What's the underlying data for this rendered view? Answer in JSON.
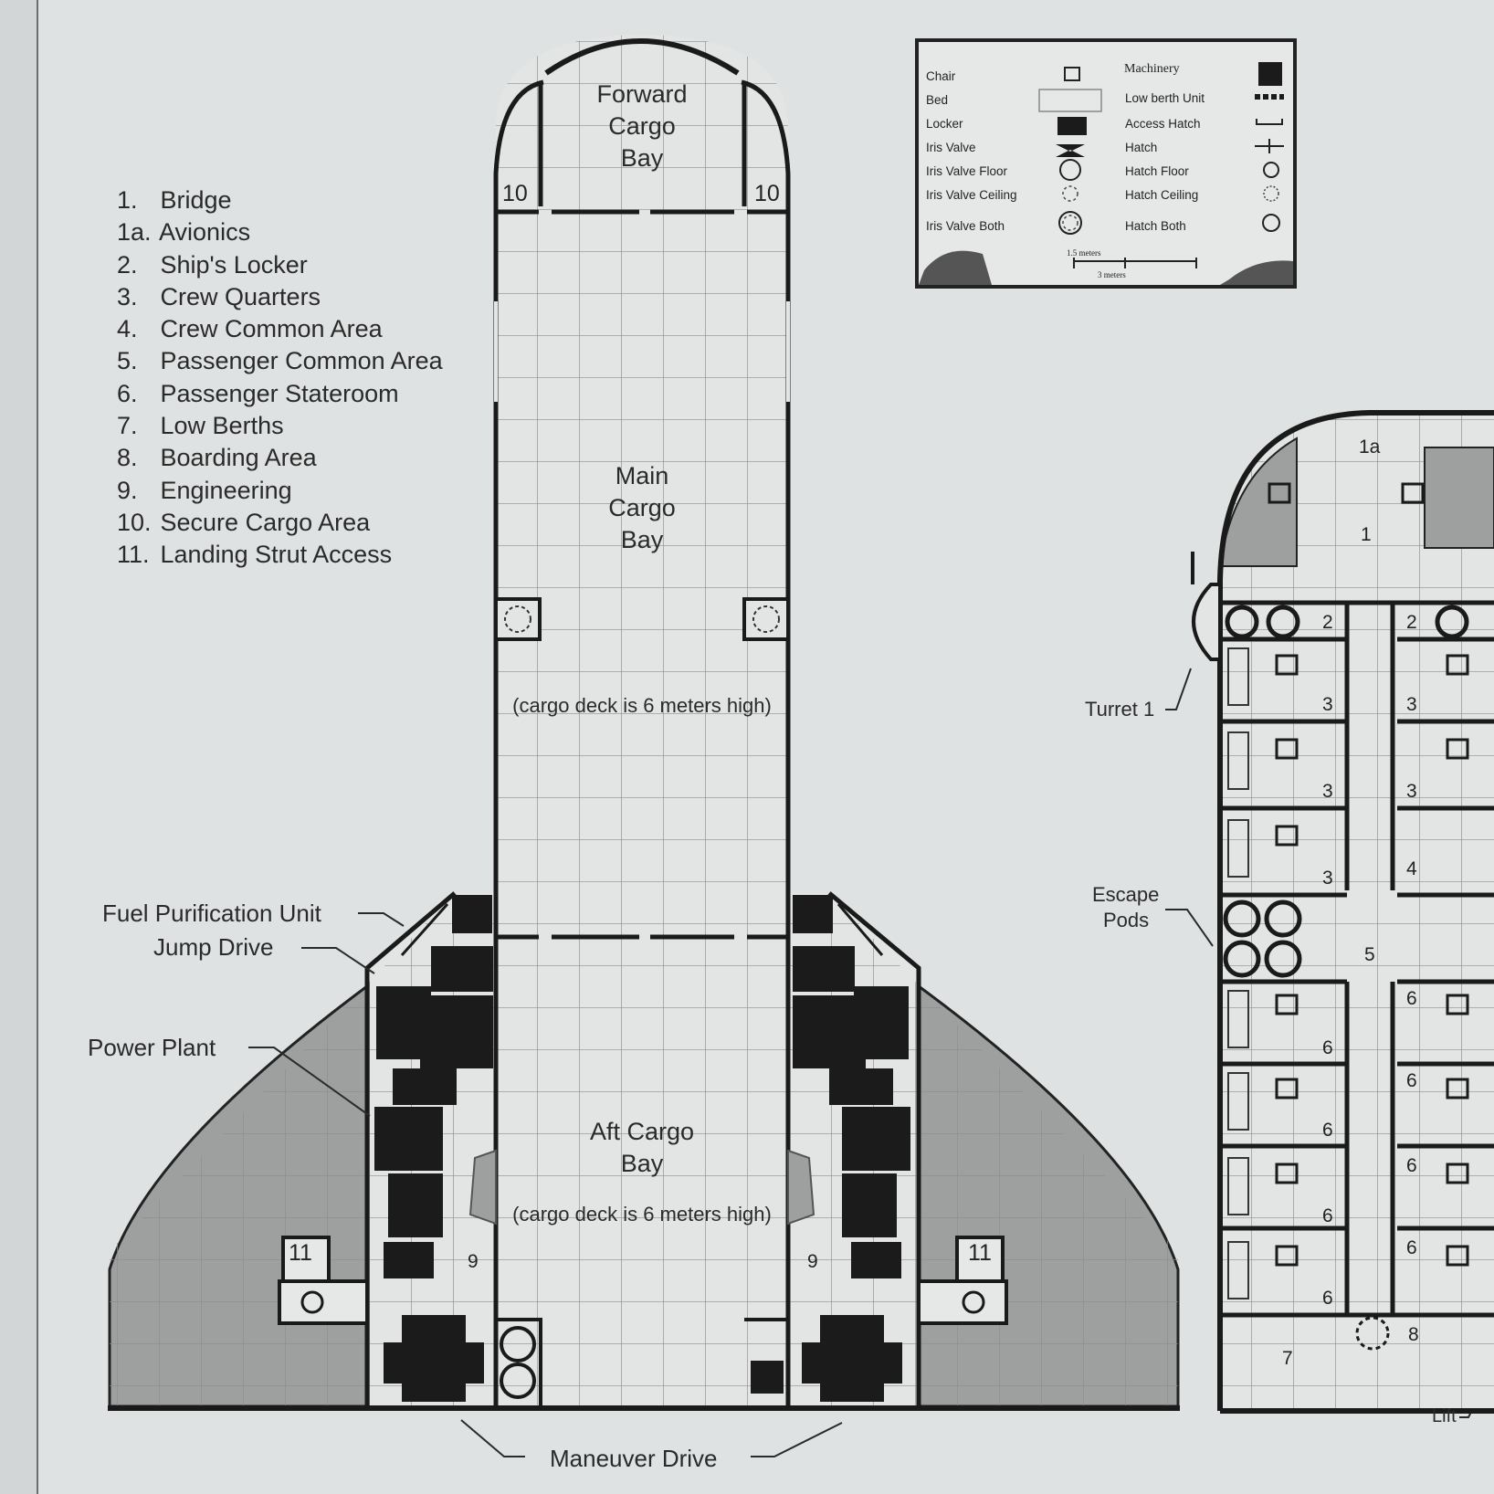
{
  "key": {
    "items": [
      {
        "num": "1.",
        "label": "Bridge"
      },
      {
        "num": "1a.",
        "label": "Avionics"
      },
      {
        "num": "2.",
        "label": "Ship's Locker"
      },
      {
        "num": "3.",
        "label": "Crew Quarters"
      },
      {
        "num": "4.",
        "label": "Crew Common Area"
      },
      {
        "num": "5.",
        "label": "Passenger Common Area"
      },
      {
        "num": "6.",
        "label": "Passenger Stateroom"
      },
      {
        "num": "7.",
        "label": "Low Berths"
      },
      {
        "num": "8.",
        "label": "Boarding Area"
      },
      {
        "num": "9.",
        "label": "Engineering"
      },
      {
        "num": "10.",
        "label": "Secure Cargo Area"
      },
      {
        "num": "11.",
        "label": "Landing Strut Access"
      }
    ]
  },
  "legend": {
    "left": [
      "Chair",
      "Bed",
      "Locker",
      "Iris Valve",
      "Iris Valve Floor",
      "Iris Valve Ceiling",
      "Iris Valve Both"
    ],
    "right_title": "Machinery",
    "right": [
      "Low berth Unit",
      "Access Hatch",
      "Hatch",
      "Hatch Floor",
      "Hatch Ceiling",
      "Hatch Both"
    ],
    "scale_small": "1.5 meters",
    "scale_large": "3 meters"
  },
  "rooms": {
    "forward_cargo": [
      "Forward",
      "Cargo",
      "Bay"
    ],
    "main_cargo": [
      "Main",
      "Cargo",
      "Bay"
    ],
    "aft_cargo": [
      "Aft Cargo",
      "Bay"
    ],
    "deck_note": "(cargo deck is 6 meters high)"
  },
  "callouts": {
    "fuel_purification": "Fuel Purification Unit",
    "jump_drive": "Jump Drive",
    "power_plant": "Power Plant",
    "maneuver_drive": "Maneuver Drive",
    "turret": "Turret 1",
    "escape_pods_1": "Escape",
    "escape_pods_2": "Pods",
    "lift": "Lift"
  },
  "markers": {
    "secure_cargo": "10",
    "strut": "11",
    "engineering": "9",
    "avionics": "1a",
    "bridge": "1",
    "locker": "2",
    "crew": "3",
    "crew_common": "4",
    "passenger_common": "5",
    "stateroom": "6",
    "low_berths": "7",
    "boarding": "8"
  }
}
